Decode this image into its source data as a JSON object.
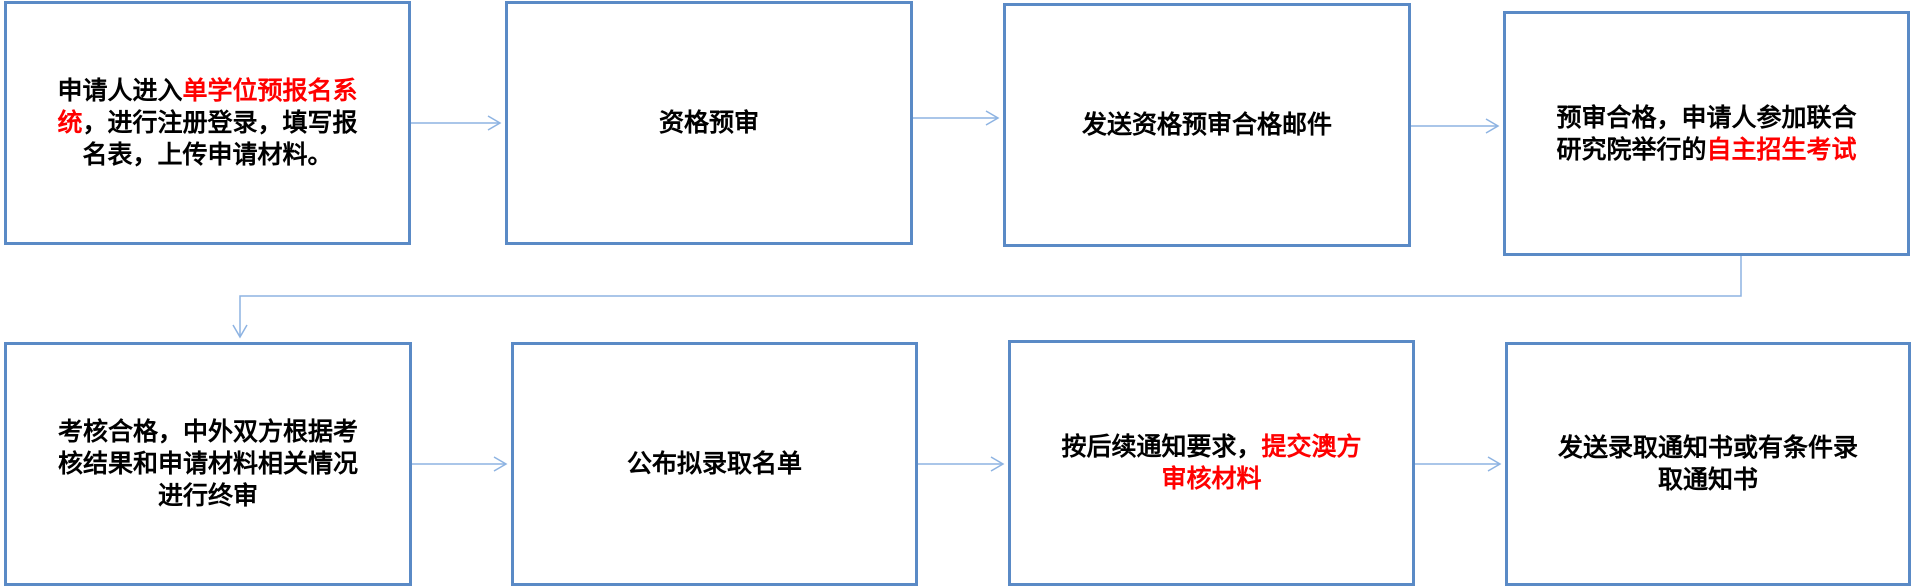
{
  "steps": [
    {
      "parts": [
        {
          "text": "申请人进入",
          "highlight": false
        },
        {
          "text": "单学位预报名系统",
          "highlight": true
        },
        {
          "text": "，进行注册登录，填写报名表，上传申请材料。",
          "highlight": false
        }
      ]
    },
    {
      "parts": [
        {
          "text": "资格预审",
          "highlight": false
        }
      ]
    },
    {
      "parts": [
        {
          "text": "发送资格预审合格邮件",
          "highlight": false
        }
      ]
    },
    {
      "parts": [
        {
          "text": "预审合格，申请人参加联合研究院举行的",
          "highlight": false
        },
        {
          "text": "自主招生考试",
          "highlight": true
        }
      ]
    },
    {
      "parts": [
        {
          "text": "考核合格，中外双方根据考核结果和申请材料相关情况进行终审",
          "highlight": false
        }
      ]
    },
    {
      "parts": [
        {
          "text": "公布拟录取名单",
          "highlight": false
        }
      ]
    },
    {
      "parts": [
        {
          "text": "按后续通知要求，",
          "highlight": false
        },
        {
          "text": "提交澳方审核材料",
          "highlight": true
        }
      ]
    },
    {
      "parts": [
        {
          "text": "发送录取通知书或有条件录取通知书",
          "highlight": false
        }
      ]
    }
  ],
  "colors": {
    "border": "#5a8ac6",
    "connector": "#8db3e2",
    "highlight": "#ff0000"
  }
}
